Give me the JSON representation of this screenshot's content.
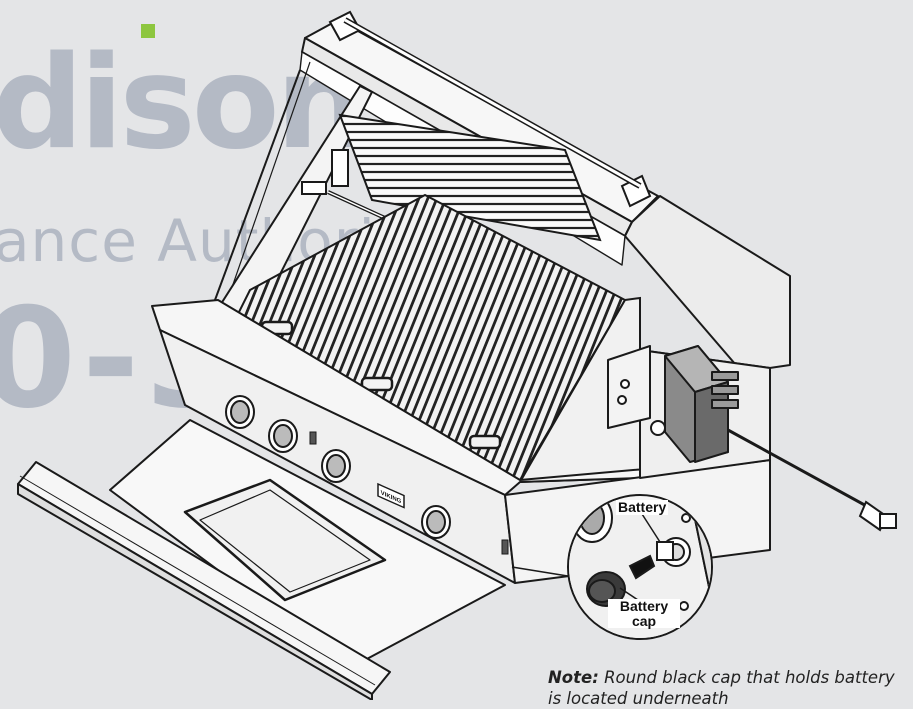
{
  "watermark": {
    "line1": "dison",
    "line2": "ance Authority",
    "line3": "0-355",
    "color": "#8e97ab",
    "dot_color": "#8dc63f"
  },
  "callouts": {
    "battery": "Battery",
    "battery_cap_line1": "Battery",
    "battery_cap_line2": "cap"
  },
  "badge": {
    "text": "VIKING"
  },
  "note": {
    "prefix": "Note:",
    "text": " Round black cap that holds battery is located underneath"
  }
}
